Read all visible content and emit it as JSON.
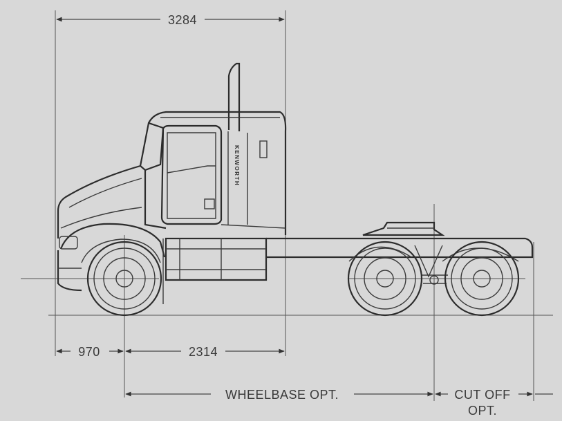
{
  "dimensions": {
    "overall_length": "3284",
    "front_overhang": "970",
    "axle_to_back_of_cab": "2314",
    "wheelbase": "WHEELBASE OPT.",
    "cut_off_line1": "CUT OFF",
    "cut_off_line2": "OPT."
  },
  "vehicle": {
    "side_badge": "KENWORTH"
  },
  "colors": {
    "background": "#d8d8d8",
    "line": "#3a3a3a"
  }
}
